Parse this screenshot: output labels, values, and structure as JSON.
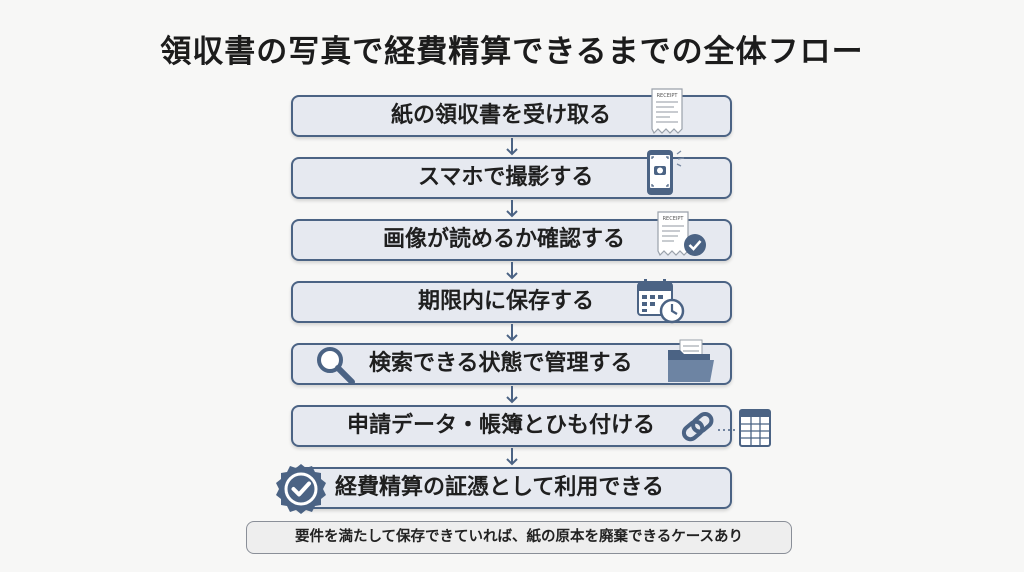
{
  "title": "領収書の写真で経費精算できるまでの全体フロー",
  "steps": [
    {
      "label": "紙の領収書を受け取る",
      "icon": "receipt-icon",
      "icon_text": "RECEIPT"
    },
    {
      "label": "スマホで撮影する",
      "icon": "smartphone-camera-icon"
    },
    {
      "label": "画像が読めるか確認する",
      "icon": "receipt-check-icon",
      "icon_text": "RECEIPT"
    },
    {
      "label": "期限内に保存する",
      "icon": "calendar-clock-icon"
    },
    {
      "label": "検索できる状態で管理する",
      "icon": "search-icon",
      "icon2": "folder-icon"
    },
    {
      "label": "申請データ・帳簿とひも付ける",
      "icon": "link-icon",
      "icon2": "ledger-icon"
    },
    {
      "label": "経費精算の証憑として利用できる",
      "icon": "verified-badge-icon"
    }
  ],
  "note": "要件を満たして保存できていれば、紙の原本を廃棄できるケースあり",
  "colors": {
    "accent": "#4b6384",
    "box_fill": "#e6e9f0",
    "title": "#1c1c1c"
  }
}
